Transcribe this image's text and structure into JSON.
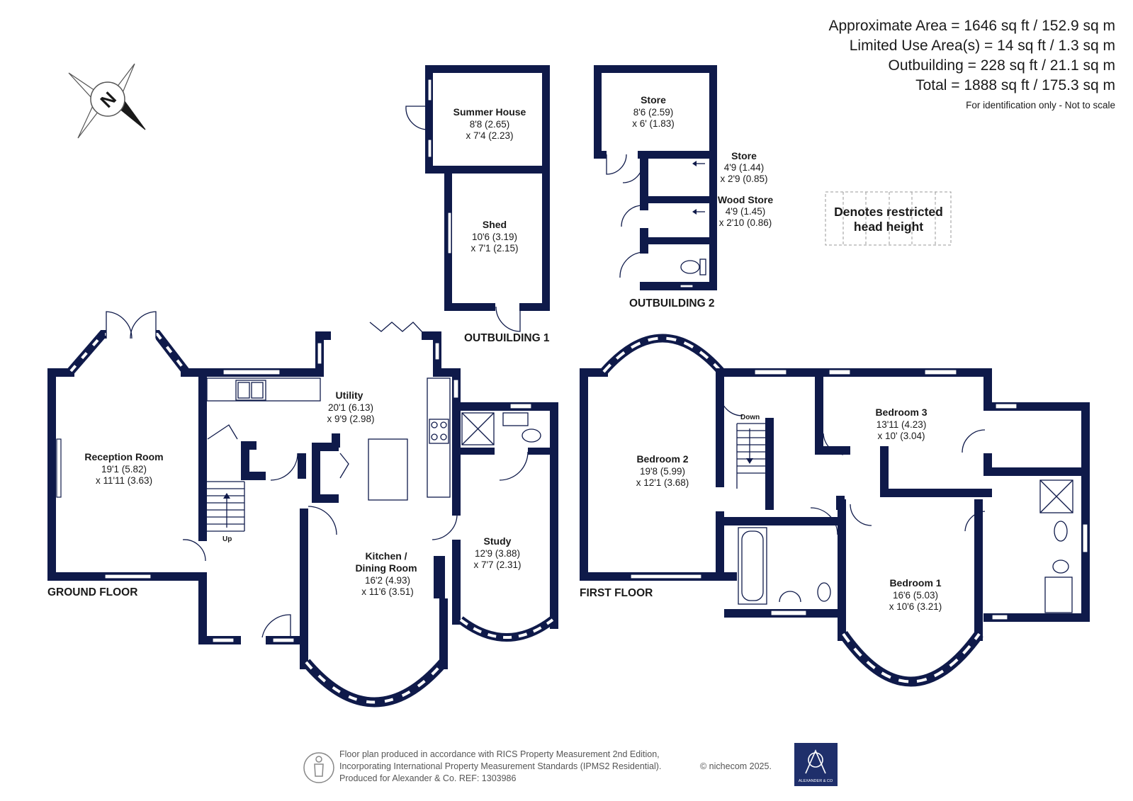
{
  "areas": {
    "approximate": "Approximate Area = 1646 sq ft / 152.9 sq m",
    "limited_use": "Limited Use Area(s) = 14 sq ft / 1.3 sq m",
    "outbuilding": "Outbuilding = 228 sq ft / 21.1 sq m",
    "total": "Total = 1888 sq ft / 175.3 sq m",
    "note": "For identification only - Not to scale"
  },
  "compass": {
    "letter": "N",
    "icon": "compass-icon"
  },
  "legend": {
    "line1": "Denotes restricted",
    "line2": "head height"
  },
  "floors": {
    "ground": "GROUND FLOOR",
    "first": "FIRST FLOOR",
    "outbuilding1": "OUTBUILDING 1",
    "outbuilding2": "OUTBUILDING 2"
  },
  "rooms": {
    "reception": {
      "name": "Reception Room",
      "dim1": "19'1 (5.82)",
      "dim2": "x 11'11 (3.63)"
    },
    "utility": {
      "name": "Utility",
      "dim1": "20'1 (6.13)",
      "dim2": "x 9'9 (2.98)"
    },
    "kitchen": {
      "name1": "Kitchen /",
      "name2": "Dining Room",
      "dim1": "16'2 (4.93)",
      "dim2": "x 11'6 (3.51)"
    },
    "study": {
      "name": "Study",
      "dim1": "12'9 (3.88)",
      "dim2": "x 7'7 (2.31)"
    },
    "summer_house": {
      "name": "Summer House",
      "dim1": "8'8 (2.65)",
      "dim2": "x 7'4 (2.23)"
    },
    "shed": {
      "name": "Shed",
      "dim1": "10'6 (3.19)",
      "dim2": "x 7'1 (2.15)"
    },
    "store_a": {
      "name": "Store",
      "dim1": "8'6 (2.59)",
      "dim2": "x 6' (1.83)"
    },
    "store_b": {
      "name": "Store",
      "dim1": "4'9 (1.44)",
      "dim2": "x 2'9 (0.85)"
    },
    "wood_store": {
      "name": "Wood Store",
      "dim1": "4'9 (1.45)",
      "dim2": "x 2'10 (0.86)"
    },
    "bedroom2": {
      "name": "Bedroom 2",
      "dim1": "19'8 (5.99)",
      "dim2": "x 12'1 (3.68)"
    },
    "bedroom3": {
      "name": "Bedroom 3",
      "dim1": "13'11 (4.23)",
      "dim2": "x 10' (3.04)"
    },
    "bedroom1": {
      "name": "Bedroom 1",
      "dim1": "16'6 (5.03)",
      "dim2": "x 10'6 (3.21)"
    }
  },
  "stairs": {
    "up": "Up",
    "down": "Down"
  },
  "footer": {
    "line1": "Floor plan produced in accordance with RICS Property Measurement 2nd Edition,",
    "line2": "Incorporating International Property Measurement Standards (IPMS2 Residential).",
    "line3": "Produced for Alexander & Co.   REF:  1303986",
    "copyright": "© nichecom 2025.",
    "logo_text": "ALEXANDER & CO"
  },
  "colors": {
    "wall": "#0f1a4a",
    "logo_bg": "#1f2f6b",
    "text": "#1a1a1a"
  }
}
